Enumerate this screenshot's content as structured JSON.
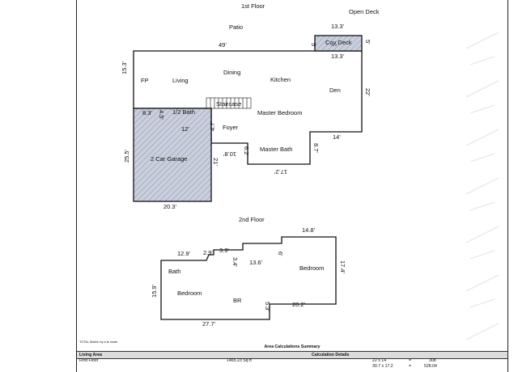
{
  "floors": {
    "first": {
      "title": "1st Floor",
      "outside": {
        "open_deck": "Open Deck",
        "patio": "Patio"
      },
      "rooms": {
        "cov_deck": "Cov Deck",
        "fp": "FP",
        "living": "Living",
        "dining": "Dining",
        "kitchen": "Kitchen",
        "den": "Den",
        "staircase": "Staircase",
        "half_bath": "1/2 Bath",
        "master_bedroom": "Master Bedroom",
        "foyer": "Foyer",
        "master_bath": "Master Bath",
        "garage": "2 Car Garage"
      },
      "dims": {
        "d49": "49'",
        "d13_3a": "13.3'",
        "d13_3b": "13.3'",
        "d13_3c": "13.3'",
        "d5a": "5'",
        "d5b": "5'",
        "d15_3": "15.3'",
        "d22": "22'",
        "d8_3": "8.3'",
        "d4_5": "4.5'",
        "d12": "12'",
        "d4_7": "4.7'",
        "d10_8": "10.8'",
        "d6_2": "6.2'",
        "d14": "14'",
        "d8_7": "8.7'",
        "d17_2": "17.2'",
        "d25_5": "25.5'",
        "d21": "21'",
        "d20_3": "20.3'"
      }
    },
    "second": {
      "title": "2nd Floor",
      "rooms": {
        "bath": "Bath",
        "bedroom_a": "Bedroom",
        "br": "BR",
        "bedroom_b": "Bedroom"
      },
      "dims": {
        "d14_8": "14.8'",
        "d12_9": "12.9'",
        "d2_9": "2.9'",
        "d3_9": "3.9'",
        "d3_4": "3.4'",
        "d13_6": "13.6'",
        "d6": "6'",
        "d17_4": "17.4'",
        "d15_9": "15.9'",
        "d20_2": "20.2'",
        "d5_3": "5.3'",
        "d27_7": "27.7'"
      }
    }
  },
  "footer": {
    "note": "TOTAL Sketch by a la mode",
    "summary_title": "Area Calculations Summary",
    "living_area": "Living Area",
    "calc_details": "Calculation Details",
    "first_floor": "First Floor",
    "first_floor_area": "1465.23 Sq ft",
    "calc1_expr": "22 x 14",
    "calc1_eq": "=",
    "calc1_val": "308",
    "calc2_expr": "30.7 x 17.2",
    "calc2_eq": "=",
    "calc2_val": "528.04"
  },
  "colors": {
    "line": "#111111",
    "garage_fill": "#c9cfdc",
    "deck_fill": "#c9cfdc",
    "header_bg": "#dcdcdc"
  }
}
